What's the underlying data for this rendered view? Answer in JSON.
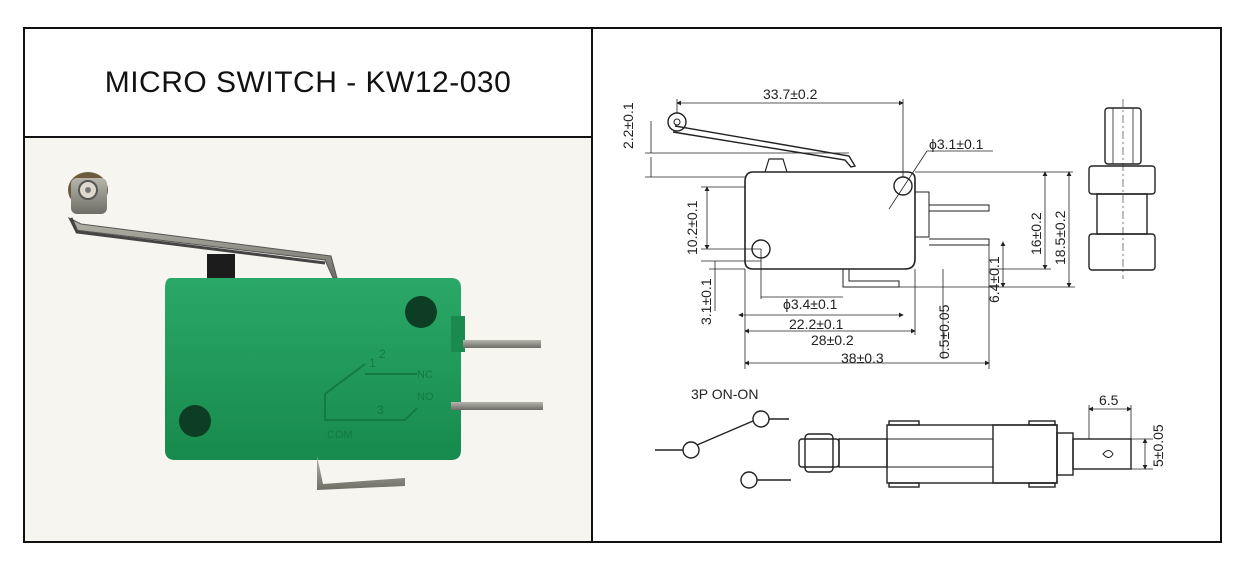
{
  "title": "MICRO SWITCH - KW12-030",
  "photo": {
    "terminal_labels": [
      "1",
      "2",
      "NC",
      "3",
      "NO",
      "COM"
    ]
  },
  "drawing": {
    "dims": {
      "overall_lever": "33.7±0.2",
      "lever_offset": "2.2±0.1",
      "hole_top": "ϕ3.1±0.1",
      "height_10_2": "10.2±0.1",
      "height_16": "16±0.2",
      "height_18_5": "18.5±0.2",
      "height_6_4": "6.4±0.1",
      "height_3_1": "3.1±0.1",
      "hole_bottom": "ϕ3.4±0.1",
      "len_22_2": "22.2±0.1",
      "len_28": "28±0.2",
      "len_38": "38±0.3",
      "tol_0_5": "0.5±0.05",
      "tab_6_5": "6.5",
      "tab_5": "5±0.05"
    },
    "schematic_label": "3P ON-ON"
  },
  "colors": {
    "switch_body": "#1f9a5a",
    "lever_metal": "#8a8a80",
    "line": "#222222"
  }
}
